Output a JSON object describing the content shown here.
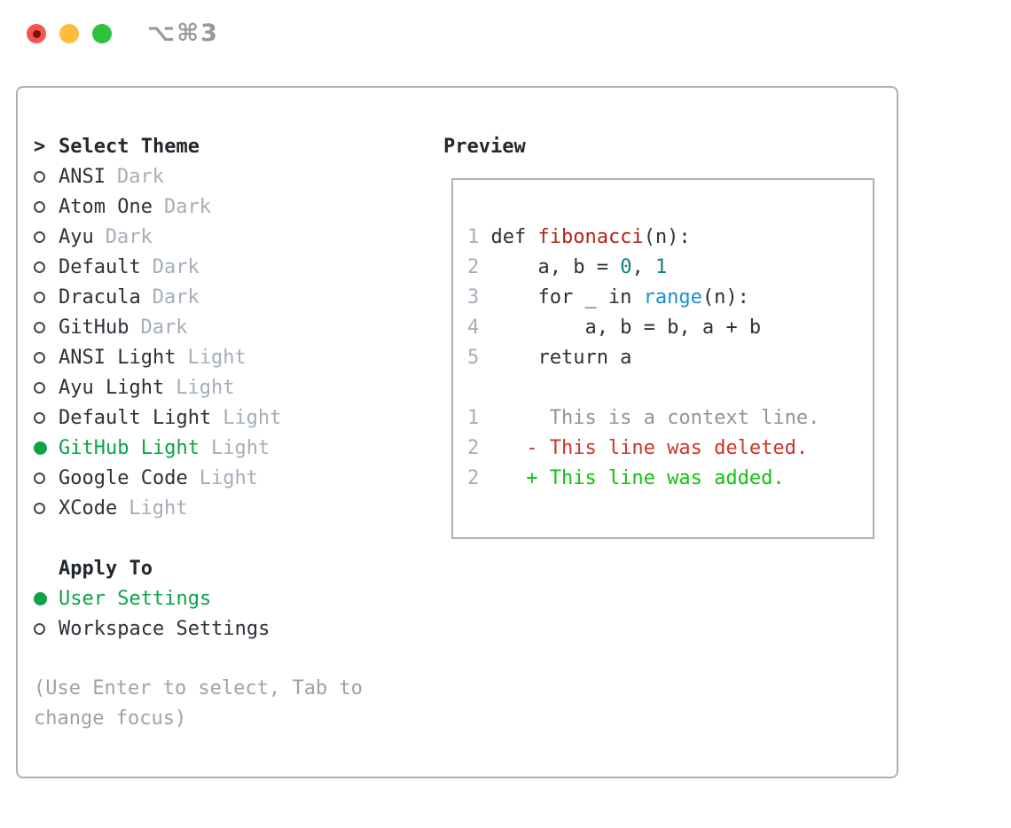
{
  "window": {
    "title": "⌥⌘3"
  },
  "colors": {
    "text-dark": "#2b3138",
    "text-gray": "#a5aeb8",
    "border": "#a9b2bb",
    "sel-green": "#0aa446",
    "func-red": "#b02318",
    "num-teal": "#0e7e84",
    "builtin-blue": "#1191d4",
    "ctx-gray": "#8d959d",
    "del-red": "#cf3327",
    "add-green": "#0fc20f",
    "tl-red": "#f4564e",
    "tl-yellow": "#fcbd3f",
    "tl-green": "#2ec23e"
  },
  "theme_picker": {
    "header_prefix": ">",
    "header": "Select Theme",
    "themes": [
      {
        "name": "ANSI",
        "variant": "Dark",
        "selected": false
      },
      {
        "name": "Atom One",
        "variant": "Dark",
        "selected": false
      },
      {
        "name": "Ayu",
        "variant": "Dark",
        "selected": false
      },
      {
        "name": "Default",
        "variant": "Dark",
        "selected": false
      },
      {
        "name": "Dracula",
        "variant": "Dark",
        "selected": false
      },
      {
        "name": "GitHub",
        "variant": "Dark",
        "selected": false
      },
      {
        "name": "ANSI Light",
        "variant": "Light",
        "selected": false
      },
      {
        "name": "Ayu Light",
        "variant": "Light",
        "selected": false
      },
      {
        "name": "Default Light",
        "variant": "Light",
        "selected": false
      },
      {
        "name": "GitHub Light",
        "variant": "Light",
        "selected": true
      },
      {
        "name": "Google Code",
        "variant": "Light",
        "selected": false
      },
      {
        "name": "XCode",
        "variant": "Light",
        "selected": false
      }
    ],
    "apply_to": {
      "header": "Apply To",
      "options": [
        {
          "label": "User Settings",
          "selected": true
        },
        {
          "label": "Workspace Settings",
          "selected": false
        }
      ]
    },
    "hint": "(Use Enter to select, Tab to change focus)"
  },
  "preview": {
    "header": "Preview",
    "lines": [
      {
        "num": "1",
        "segments": [
          {
            "text": "def ",
            "style": "plain"
          },
          {
            "text": "fibonacci",
            "style": "func"
          },
          {
            "text": "(n):",
            "style": "plain"
          }
        ]
      },
      {
        "num": "2",
        "segments": [
          {
            "text": "    a, b = ",
            "style": "plain"
          },
          {
            "text": "0",
            "style": "num"
          },
          {
            "text": ", ",
            "style": "plain"
          },
          {
            "text": "1",
            "style": "num"
          }
        ]
      },
      {
        "num": "3",
        "segments": [
          {
            "text": "    for _ in ",
            "style": "plain"
          },
          {
            "text": "range",
            "style": "builtin"
          },
          {
            "text": "(n):",
            "style": "plain"
          }
        ]
      },
      {
        "num": "4",
        "segments": [
          {
            "text": "        a, b = b, a + b",
            "style": "plain"
          }
        ]
      },
      {
        "num": "5",
        "segments": [
          {
            "text": "    return a",
            "style": "plain"
          }
        ]
      },
      {
        "num": "",
        "segments": []
      },
      {
        "num": "1",
        "segments": [
          {
            "text": "     This is a context line.",
            "style": "ctx"
          }
        ]
      },
      {
        "num": "2",
        "segments": [
          {
            "text": "   - This line was deleted.",
            "style": "del"
          }
        ]
      },
      {
        "num": "2",
        "segments": [
          {
            "text": "   + This line was added.",
            "style": "add"
          }
        ]
      }
    ]
  }
}
